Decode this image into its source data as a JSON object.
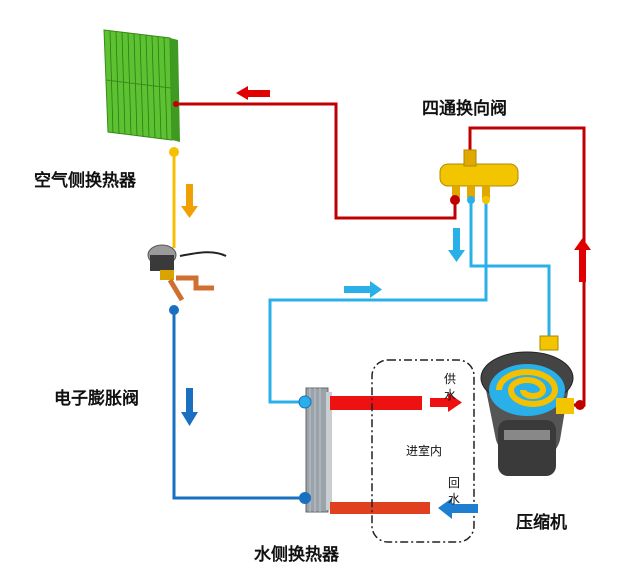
{
  "labels": {
    "air_exchanger": "空气侧换热器",
    "four_way_valve": "四通换向阀",
    "expansion_valve": "电子膨胀阀",
    "compressor": "压缩机",
    "water_exchanger": "水侧换热器",
    "indoor": "进室内",
    "supply_1": "供",
    "supply_2": "水",
    "return_1": "回",
    "return_2": "水"
  },
  "colors": {
    "hot_line": "#c00000",
    "cold_line": "#2ab0e8",
    "liquid_line": "#f5c000",
    "return_line": "#1a70c0",
    "arrow_red": "#e00000",
    "arrow_orange": "#f0a000",
    "arrow_blue": "#1e7fd0",
    "arrow_cyan": "#2ab0e8",
    "coil_green": "#5cc232",
    "valve_brass": "#f2c500"
  }
}
